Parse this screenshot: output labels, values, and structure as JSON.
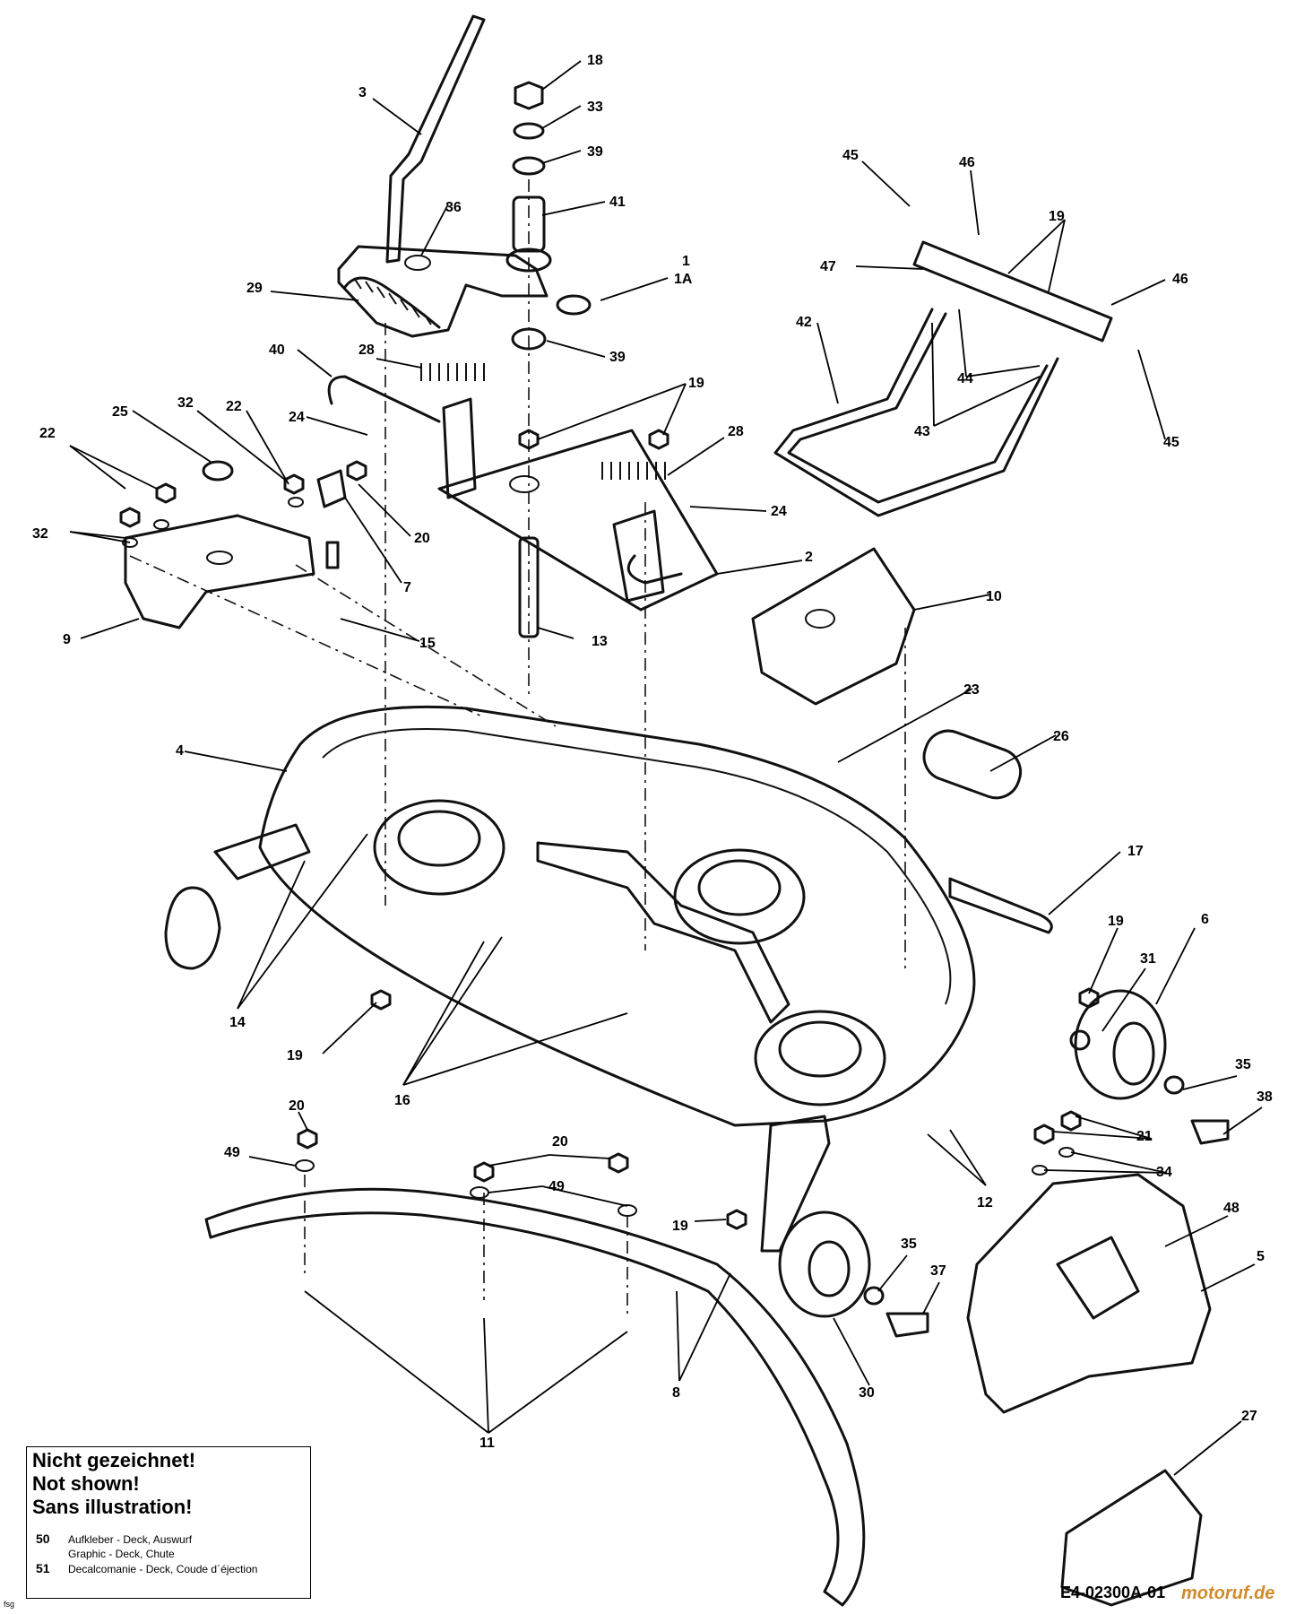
{
  "callouts": [
    {
      "id": "c18",
      "text": "18"
    },
    {
      "id": "c33",
      "text": "33"
    },
    {
      "id": "c39a",
      "text": "39"
    },
    {
      "id": "c41",
      "text": "41"
    },
    {
      "id": "c1",
      "text": "1"
    },
    {
      "id": "c1a",
      "text": "1A"
    },
    {
      "id": "c39b",
      "text": "39"
    },
    {
      "id": "c3",
      "text": "3"
    },
    {
      "id": "c36",
      "text": "36"
    },
    {
      "id": "c29",
      "text": "29"
    },
    {
      "id": "c28a",
      "text": "28"
    },
    {
      "id": "c40",
      "text": "40"
    },
    {
      "id": "c24a",
      "text": "24"
    },
    {
      "id": "c19a",
      "text": "19"
    },
    {
      "id": "c28b",
      "text": "28"
    },
    {
      "id": "c24b",
      "text": "24"
    },
    {
      "id": "c2",
      "text": "2"
    },
    {
      "id": "c20a",
      "text": "20"
    },
    {
      "id": "c13",
      "text": "13"
    },
    {
      "id": "c25",
      "text": "25"
    },
    {
      "id": "c32a",
      "text": "32"
    },
    {
      "id": "c22a",
      "text": "22"
    },
    {
      "id": "c22b",
      "text": "22"
    },
    {
      "id": "c32b",
      "text": "32"
    },
    {
      "id": "c9",
      "text": "9"
    },
    {
      "id": "c7",
      "text": "7"
    },
    {
      "id": "c15",
      "text": "15"
    },
    {
      "id": "c45a",
      "text": "45"
    },
    {
      "id": "c46a",
      "text": "46"
    },
    {
      "id": "c19b",
      "text": "19"
    },
    {
      "id": "c47",
      "text": "47"
    },
    {
      "id": "c46b",
      "text": "46"
    },
    {
      "id": "c42",
      "text": "42"
    },
    {
      "id": "c44",
      "text": "44"
    },
    {
      "id": "c43",
      "text": "43"
    },
    {
      "id": "c45b",
      "text": "45"
    },
    {
      "id": "c10",
      "text": "10"
    },
    {
      "id": "c23",
      "text": "23"
    },
    {
      "id": "c26",
      "text": "26"
    },
    {
      "id": "c4",
      "text": "4"
    },
    {
      "id": "c17",
      "text": "17"
    },
    {
      "id": "c14",
      "text": "14"
    },
    {
      "id": "c19c",
      "text": "19"
    },
    {
      "id": "c16",
      "text": "16"
    },
    {
      "id": "c19d",
      "text": "19"
    },
    {
      "id": "c31",
      "text": "31"
    },
    {
      "id": "c6",
      "text": "6"
    },
    {
      "id": "c35a",
      "text": "35"
    },
    {
      "id": "c38",
      "text": "38"
    },
    {
      "id": "c21",
      "text": "21"
    },
    {
      "id": "c34",
      "text": "34"
    },
    {
      "id": "c12",
      "text": "12"
    },
    {
      "id": "c20b",
      "text": "20"
    },
    {
      "id": "c49a",
      "text": "49"
    },
    {
      "id": "c20c",
      "text": "20"
    },
    {
      "id": "c49b",
      "text": "49"
    },
    {
      "id": "c19e",
      "text": "19"
    },
    {
      "id": "c35b",
      "text": "35"
    },
    {
      "id": "c37",
      "text": "37"
    },
    {
      "id": "c48",
      "text": "48"
    },
    {
      "id": "c5",
      "text": "5"
    },
    {
      "id": "c30",
      "text": "30"
    },
    {
      "id": "c8",
      "text": "8"
    },
    {
      "id": "c11",
      "text": "11"
    },
    {
      "id": "c27",
      "text": "27"
    }
  ],
  "legend": {
    "titles": [
      "Nicht gezeichnet!",
      "Not shown!",
      "Sans illustration!"
    ],
    "items": [
      {
        "number": "50",
        "lines": [
          "Aufkleber - Deck, Auswurf",
          "Graphic - Deck, Chute"
        ]
      },
      {
        "number": "51",
        "lines": [
          "Decalcomanie - Deck, Coude d´éjection"
        ]
      }
    ]
  },
  "drawing_number": "E4-02300A-01",
  "watermark": "motoruf.de",
  "corner_mark": "fsg"
}
